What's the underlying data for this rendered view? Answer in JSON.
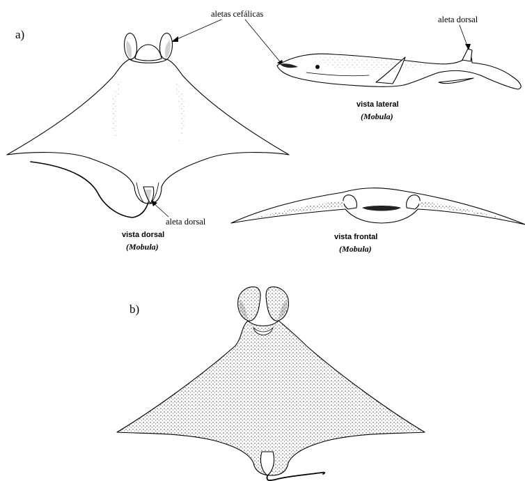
{
  "panel_a": {
    "label": "a)",
    "annotation_cephalic_fins": "aletas cefálicas",
    "annotation_dorsal_fin_lateral": "aleta dorsal",
    "annotation_dorsal_fin_dorsal": "aleta dorsal",
    "dorsal_view": {
      "title": "vista dorsal",
      "genus": "(Mobula)"
    },
    "lateral_view": {
      "title": "vista lateral",
      "genus": "(Mobula)"
    },
    "frontal_view": {
      "title": "vista frontal",
      "genus": "(Mobula)"
    }
  },
  "panel_b": {
    "label": "b)"
  }
}
